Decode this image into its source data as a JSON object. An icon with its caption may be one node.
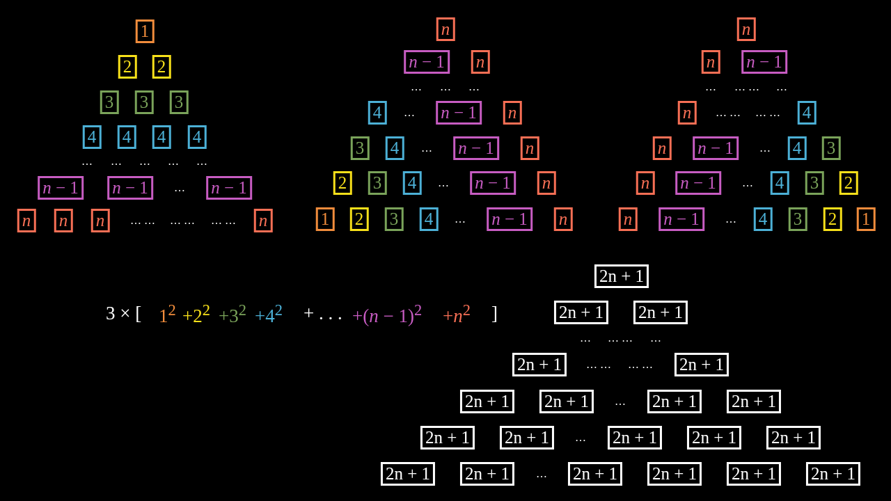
{
  "diagram": {
    "nodes": [
      {
        "text": [
          "1"
        ]
      },
      {
        "text": [
          "n"
        ]
      },
      {
        "text": [
          "n"
        ]
      },
      {
        "text": [
          "2"
        ]
      },
      {
        "text": [
          "2"
        ]
      },
      {
        "text": [
          "*n* − 1"
        ]
      },
      {
        "text": [
          "n"
        ]
      },
      {
        "text": [
          "n"
        ]
      },
      {
        "text": [
          "*n* − 1"
        ]
      },
      {
        "text": [
          "3"
        ]
      },
      {
        "text": [
          "3"
        ]
      },
      {
        "text": [
          "3"
        ]
      },
      {
        "text": [
          "4"
        ]
      },
      {
        "text": [
          "*n* − 1"
        ]
      },
      {
        "text": [
          "n"
        ]
      },
      {
        "text": [
          "n"
        ]
      },
      {
        "text": [
          "4"
        ]
      },
      {
        "text": [
          "4"
        ]
      },
      {
        "text": [
          "4"
        ]
      },
      {
        "text": [
          "4"
        ]
      },
      {
        "text": [
          "4"
        ]
      },
      {
        "text": [
          "3"
        ]
      },
      {
        "text": [
          "4"
        ]
      },
      {
        "text": [
          "*n* − 1"
        ]
      },
      {
        "text": [
          "n"
        ]
      },
      {
        "text": [
          "n"
        ]
      },
      {
        "text": [
          "*n* − 1"
        ]
      },
      {
        "text": [
          "4"
        ]
      },
      {
        "text": [
          "3"
        ]
      },
      {
        "text": [
          "*n* − 1"
        ]
      },
      {
        "text": [
          "*n* − 1"
        ]
      },
      {
        "text": [
          "*n* − 1"
        ]
      },
      {
        "text": [
          "2"
        ]
      },
      {
        "text": [
          "3"
        ]
      },
      {
        "text": [
          "4"
        ]
      },
      {
        "text": [
          "*n* − 1"
        ]
      },
      {
        "text": [
          "n"
        ]
      },
      {
        "text": [
          "n"
        ]
      },
      {
        "text": [
          "*n* − 1"
        ]
      },
      {
        "text": [
          "4"
        ]
      },
      {
        "text": [
          "3"
        ]
      },
      {
        "text": [
          "2"
        ]
      },
      {
        "text": [
          "n"
        ]
      },
      {
        "text": [
          "n"
        ]
      },
      {
        "text": [
          "n"
        ]
      },
      {
        "text": [
          "n"
        ]
      },
      {
        "text": [
          "1"
        ]
      },
      {
        "text": [
          "2"
        ]
      },
      {
        "text": [
          "3"
        ]
      },
      {
        "text": [
          "4"
        ]
      },
      {
        "text": [
          "*n* − 1"
        ]
      },
      {
        "text": [
          "n"
        ]
      },
      {
        "text": [
          "n"
        ]
      },
      {
        "text": [
          "*n* − 1"
        ]
      },
      {
        "text": [
          "4"
        ]
      },
      {
        "text": [
          "3"
        ]
      },
      {
        "text": [
          "2"
        ]
      },
      {
        "text": [
          "1"
        ]
      },
      {
        "text": [
          "2n + 1"
        ]
      },
      {
        "text": [
          "2n + 1"
        ]
      },
      {
        "text": [
          "2n + 1"
        ]
      },
      {
        "text": [
          "2n + 1"
        ]
      },
      {
        "text": [
          "2n + 1"
        ]
      },
      {
        "text": [
          "2n + 1"
        ]
      },
      {
        "text": [
          "2n + 1"
        ]
      },
      {
        "text": [
          "2n + 1"
        ]
      },
      {
        "text": [
          "2n + 1"
        ]
      },
      {
        "text": [
          "2n + 1"
        ]
      },
      {
        "text": [
          "2n + 1"
        ]
      },
      {
        "text": [
          "2n + 1"
        ]
      },
      {
        "text": [
          "2n + 1"
        ]
      },
      {
        "text": [
          "2n + 1"
        ]
      },
      {
        "text": [
          "2n + 1"
        ]
      },
      {
        "text": [
          "2n + 1"
        ]
      },
      {
        "text": [
          "2n + 1"
        ]
      },
      {
        "text": [
          "2n + 1"
        ]
      },
      {
        "text": [
          "2n + 1"
        ]
      },
      {
        "text": [
          "2n + 1"
        ]
      }
    ],
    "labels": [
      "…",
      "…",
      "…",
      "…",
      "… …",
      "…",
      "…",
      "… …",
      "… …",
      "…",
      "…",
      "…",
      "…",
      "…",
      "…",
      "…",
      "…",
      "…",
      "…",
      "… …",
      "… …",
      "… …",
      "…",
      "…",
      "3 × [",
      "1$^{2}$",
      "+2$^{2}$",
      "+3$^{2}$",
      "+4$^{2}$",
      "+ . . .",
      "+(*n* − 1)$^{2}$",
      "+*n*$^{2}$",
      "]",
      "…",
      "… …",
      "…",
      "… …",
      "… …",
      "…",
      "…",
      "…"
    ]
  }
}
